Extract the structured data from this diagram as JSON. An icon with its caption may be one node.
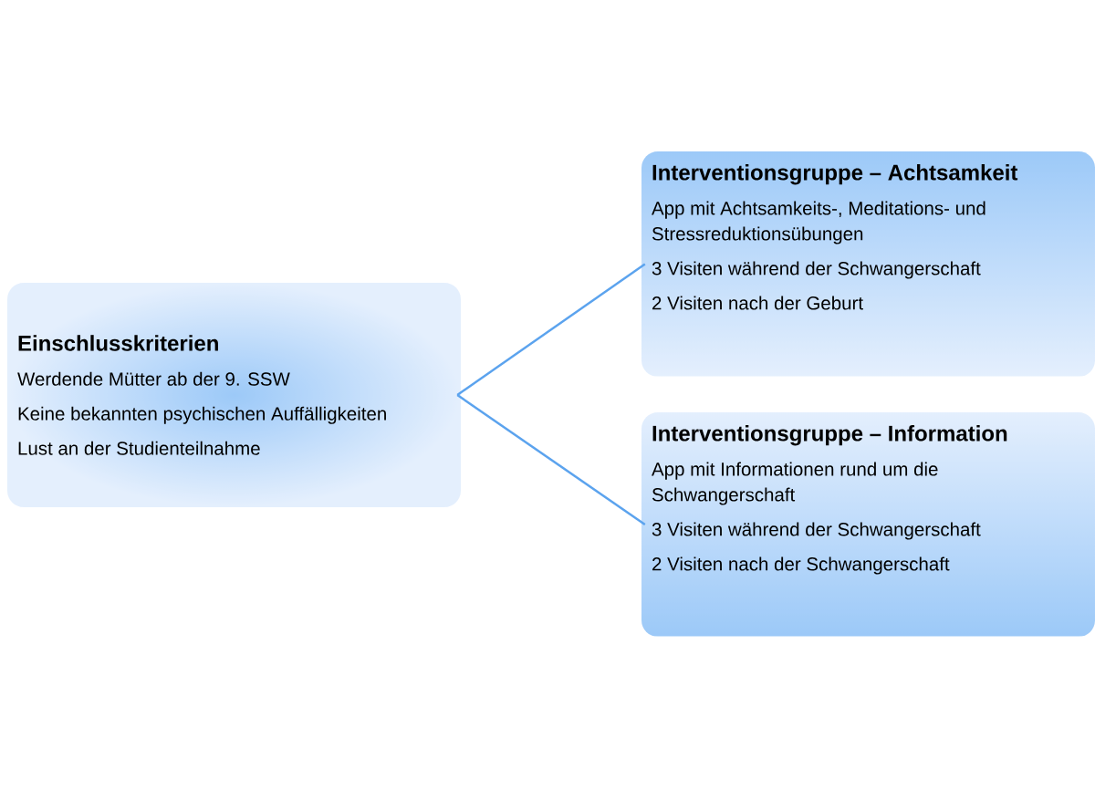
{
  "diagram": {
    "nodes": [
      {
        "text": [
          "Einschlusskriterien",
          "Werdende Mütter ab der 9. SSW",
          "Keine bekannten psychischen Auffälligkeiten",
          "Lust an der Studienteilnahme"
        ]
      },
      {
        "text": [
          "Interventionsgruppe – Achtsamkeit",
          "App mit Achtsamkeits-, Meditations- und Stressreduktionsübungen",
          "3 Visiten während der Schwangerschaft",
          "2 Visiten nach der Geburt"
        ]
      },
      {
        "text": [
          "Interventionsgruppe – Information",
          "App mit Informationen rund um die Schwangerschaft",
          "3 Visiten während der Schwangerschaft",
          "2 Visiten nach der Schwangerschaft"
        ]
      }
    ],
    "edges": [
      {
        "from": 0,
        "to": 1,
        "arrow": "none"
      },
      {
        "from": 0,
        "to": 2,
        "arrow": "none"
      }
    ]
  }
}
